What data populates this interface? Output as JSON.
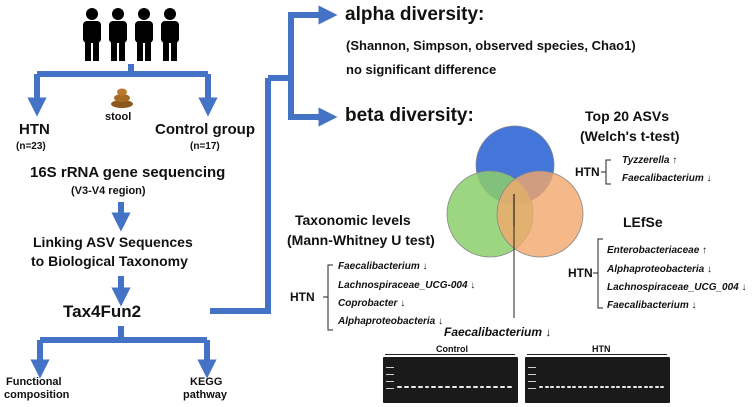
{
  "flow": {
    "stool": "stool",
    "htn_label": "HTN",
    "htn_n": "(n=23)",
    "control_label": "Control group",
    "control_n": "(n=17)",
    "sequencing": "16S rRNA gene sequencing",
    "region": "(V3-V4 region)",
    "linking_line1": "Linking ASV Sequences",
    "linking_line2": "to Biological Taxonomy",
    "tool": "Tax4Fun2",
    "functional_line1": "Functional",
    "functional_line2": "composition",
    "kegg_line1": "KEGG",
    "kegg_line2": "pathway"
  },
  "alpha": {
    "title": "alpha diversity:",
    "metrics": "(Shannon, Simpson, observed species, Chao1)",
    "result": "no significant difference"
  },
  "beta": {
    "title": "beta diversity:"
  },
  "top20": {
    "title_line1": "Top 20 ASVs",
    "title_line2": "(Welch's t-test)",
    "group": "HTN",
    "items": [
      "Tyzzerella ↑",
      "Faecalibacterium ↓"
    ]
  },
  "taxonomic": {
    "title_line1": "Taxonomic levels",
    "title_line2": "(Mann-Whitney U test)",
    "group": "HTN",
    "items": [
      "Faecalibacterium ↓",
      "Lachnospiraceae_UCG-004 ↓",
      "Coprobacter ↓",
      "Alphaproteobacteria ↓"
    ]
  },
  "lefse": {
    "title": "LEfSe",
    "group": "HTN",
    "items": [
      "Enterobacteriaceae ↑",
      "Alphaproteobacteria ↓",
      "Lachnospiraceae_UCG_004 ↓",
      "Faecalibacterium ↓"
    ]
  },
  "consensus": "Faecalibacterium ↓",
  "gels": {
    "control_label": "Control",
    "htn_label": "HTN"
  },
  "colors": {
    "arrow": "#4472c4",
    "circle_top": "#3a6fd8",
    "circle_left": "#8ccf6a",
    "circle_right": "#f3a86c"
  }
}
